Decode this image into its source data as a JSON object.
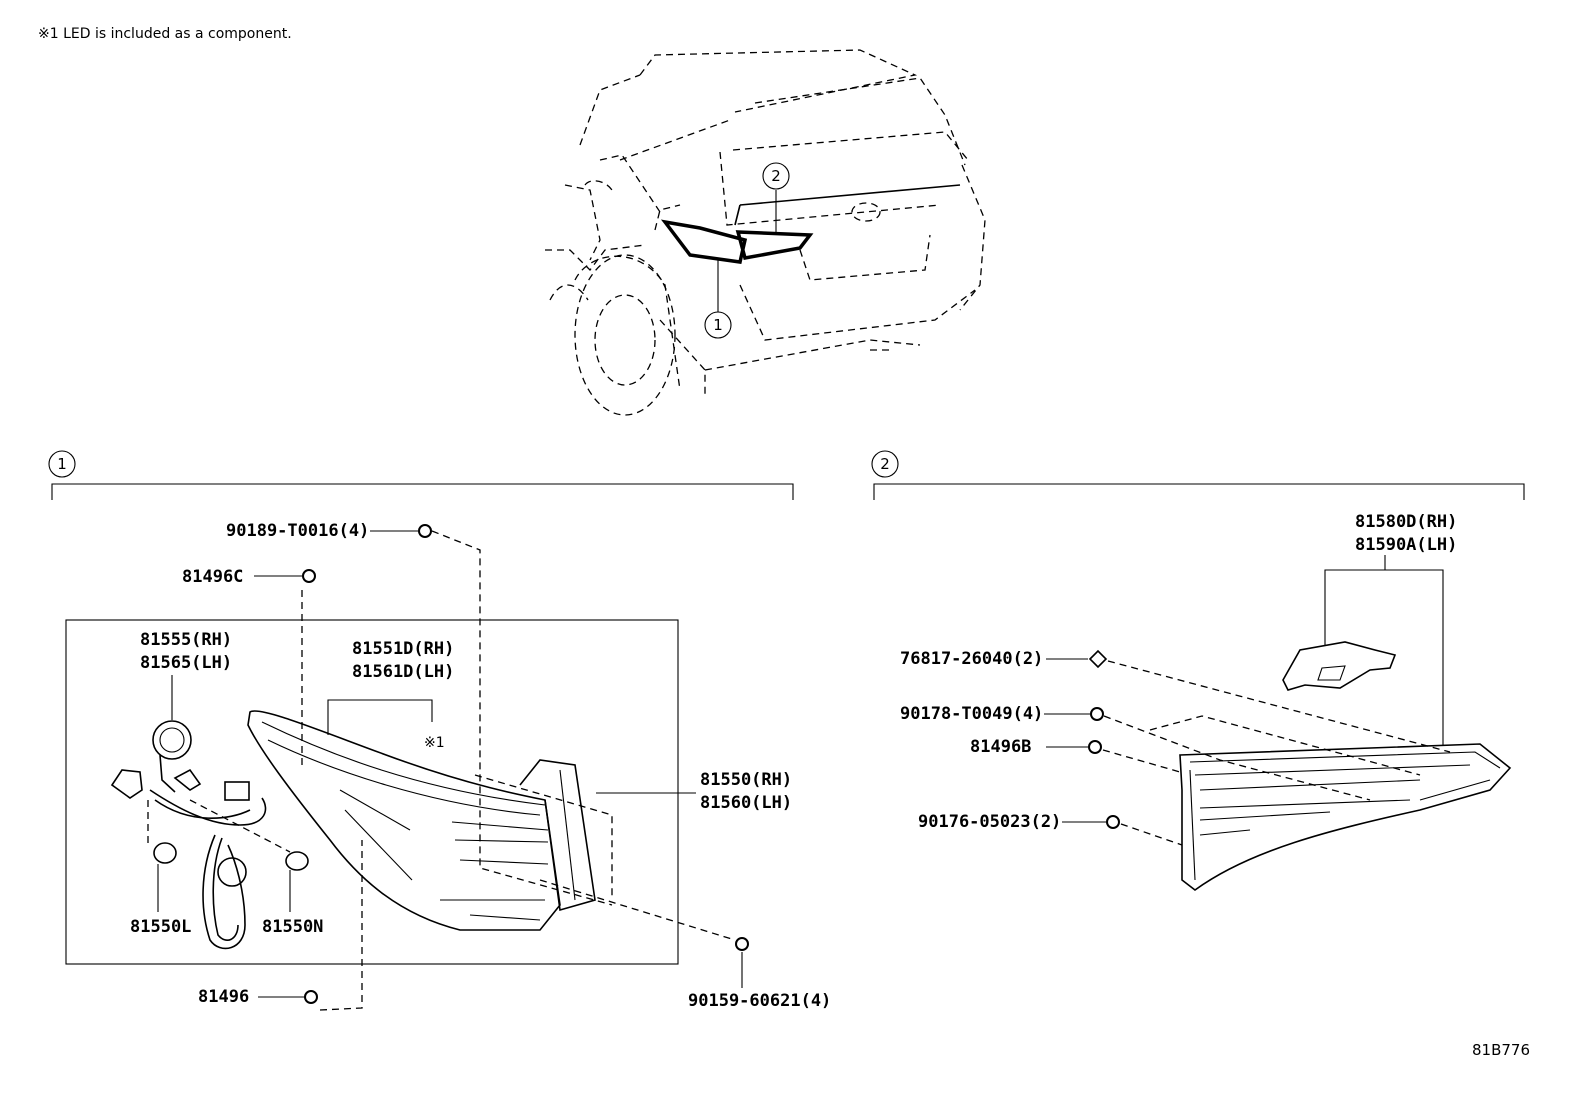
{
  "note": "※1 LED is included as a component.",
  "diagram_id": "81B776",
  "callouts": {
    "one": "1",
    "two": "2"
  },
  "group1": {
    "bolt_top": "90189-T0016(4)",
    "clip_top": "81496C",
    "socket": [
      "81555(RH)",
      "81565(LH)"
    ],
    "lens_led": [
      "81551D(RH)",
      "81561D(LH)"
    ],
    "led_mark": "※1",
    "lamp_assy": [
      "81550(RH)",
      "81560(LH)"
    ],
    "bulb_l": "81550L",
    "bulb_n": "81550N",
    "clip_bottom": "81496",
    "nut_bottom": "90159-60621(4)"
  },
  "group2": {
    "lamp_assy": [
      "81580D(RH)",
      "81590A(LH)"
    ],
    "retainer": "76817-26040(2)",
    "nut": "90178-T0049(4)",
    "clip": "81496B",
    "screw": "90176-05023(2)"
  }
}
